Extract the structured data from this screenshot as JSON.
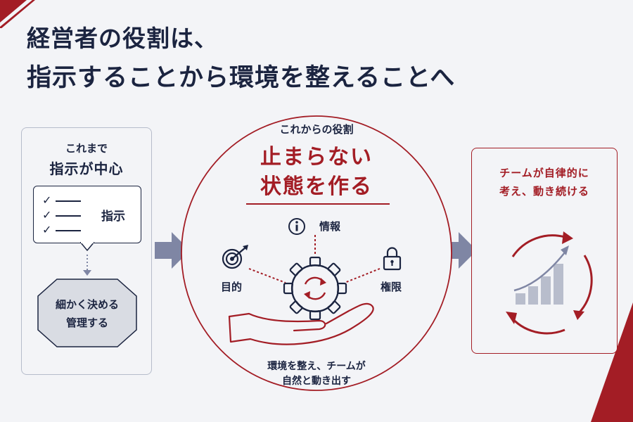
{
  "title": {
    "line1": "経営者の役割は、",
    "line2": "指示することから環境を整えることへ"
  },
  "left_panel": {
    "caption_small": "これまで",
    "caption_big": "指示が中心",
    "bubble_label": "指示",
    "octagon_line1": "細かく決める",
    "octagon_line2": "管理する"
  },
  "center": {
    "caption_small": "これからの役割",
    "headline_line1": "止まらない",
    "headline_line2": "状態を作る",
    "node_information": "情報",
    "node_purpose": "目的",
    "node_authority": "権限",
    "footer_line1": "環境を整え、チームが",
    "footer_line2": "自然と動き出す"
  },
  "right_panel": {
    "line1": "チームが自律的に",
    "line2": "考え、動き続ける"
  },
  "colors": {
    "navy": "#1b2440",
    "accent_red": "#a31d25",
    "panel_border": "#b6bccb",
    "arrow_gray": "#7f86a4",
    "background": "#f3f4f7"
  },
  "icons": [
    "checklist-icon",
    "target-icon",
    "info-icon",
    "lock-icon",
    "gear-icon",
    "cycle-arrows-icon",
    "open-hand-icon",
    "growth-bar-chart-icon"
  ]
}
